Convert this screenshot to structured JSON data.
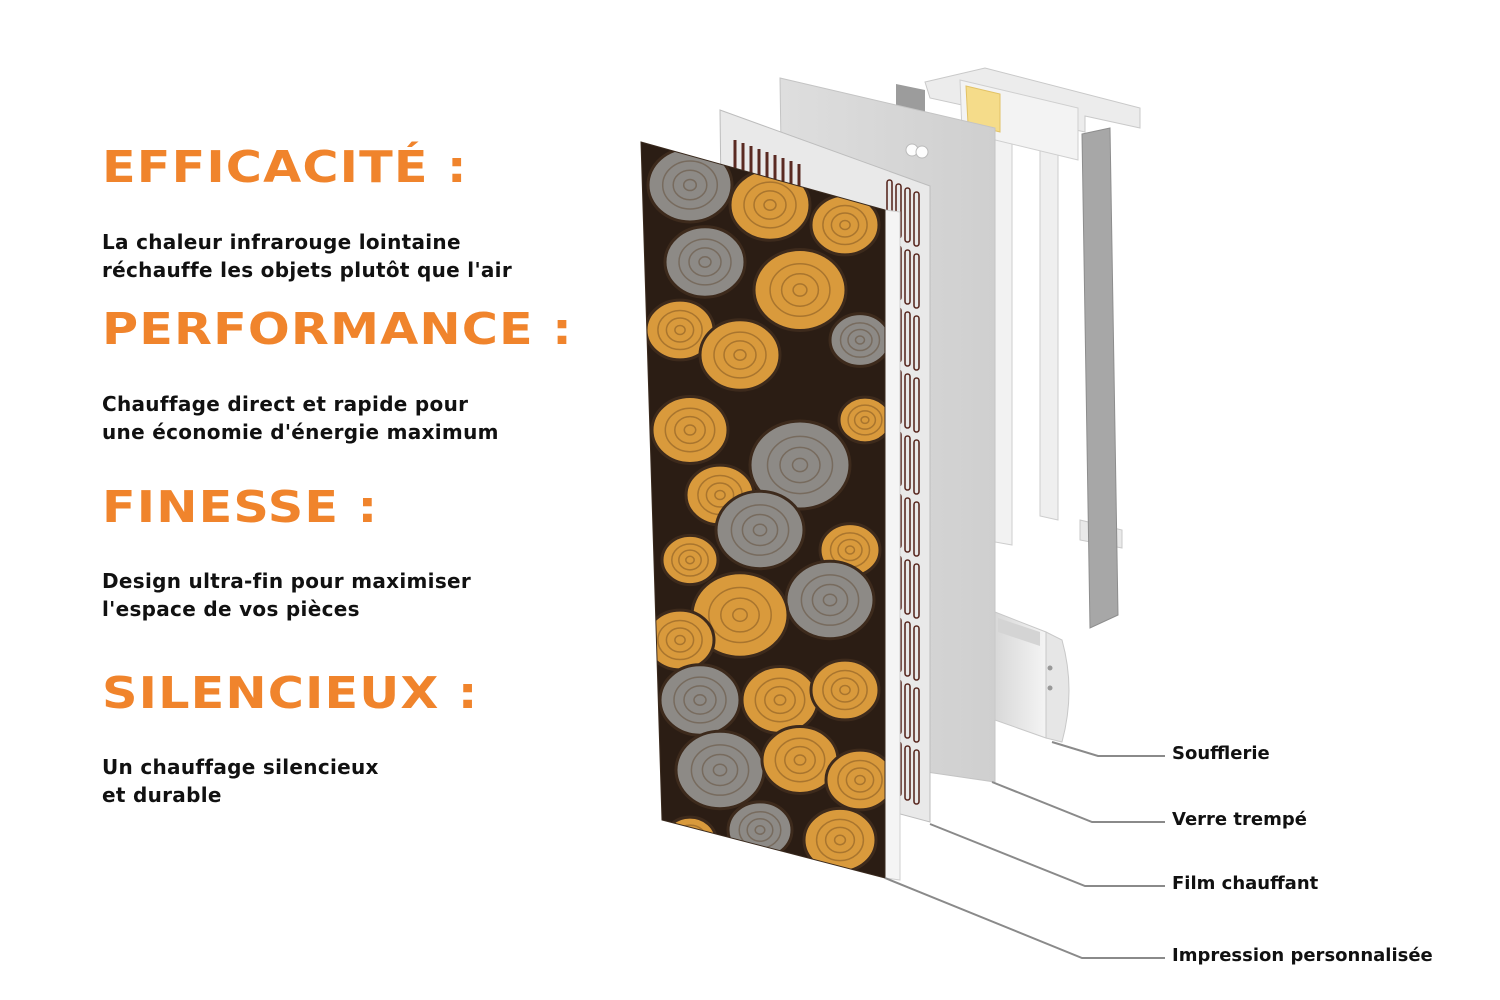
{
  "accent_color": "#f0842c",
  "features": [
    {
      "title": "EFFICACITÉ :",
      "lines": [
        "La chaleur infrarouge lointaine",
        "réchauffe les objets plutôt que l'air"
      ]
    },
    {
      "title": "PERFORMANCE :",
      "lines": [
        "Chauffage direct et rapide pour",
        "une économie d'énergie maximum"
      ]
    },
    {
      "title": "FINESSE :",
      "lines": [
        "Design ultra-fin pour maximiser",
        "l'espace de vos pièces"
      ]
    },
    {
      "title": "SILENCIEUX :",
      "lines": [
        "Un chauffage silencieux",
        "et durable"
      ]
    }
  ],
  "callouts": [
    {
      "label": "Soufflerie"
    },
    {
      "label": "Verre trempé"
    },
    {
      "label": "Film chauffant"
    },
    {
      "label": "Impression personnalisée"
    }
  ],
  "colors": {
    "wood_dark": "#2b1d14",
    "wood_orange": "#d99a3c",
    "wood_grey": "#8d8a86",
    "panel": "#e4e4e4",
    "heating_track": "#5a2a22",
    "leader_line": "#8a8a8a"
  }
}
